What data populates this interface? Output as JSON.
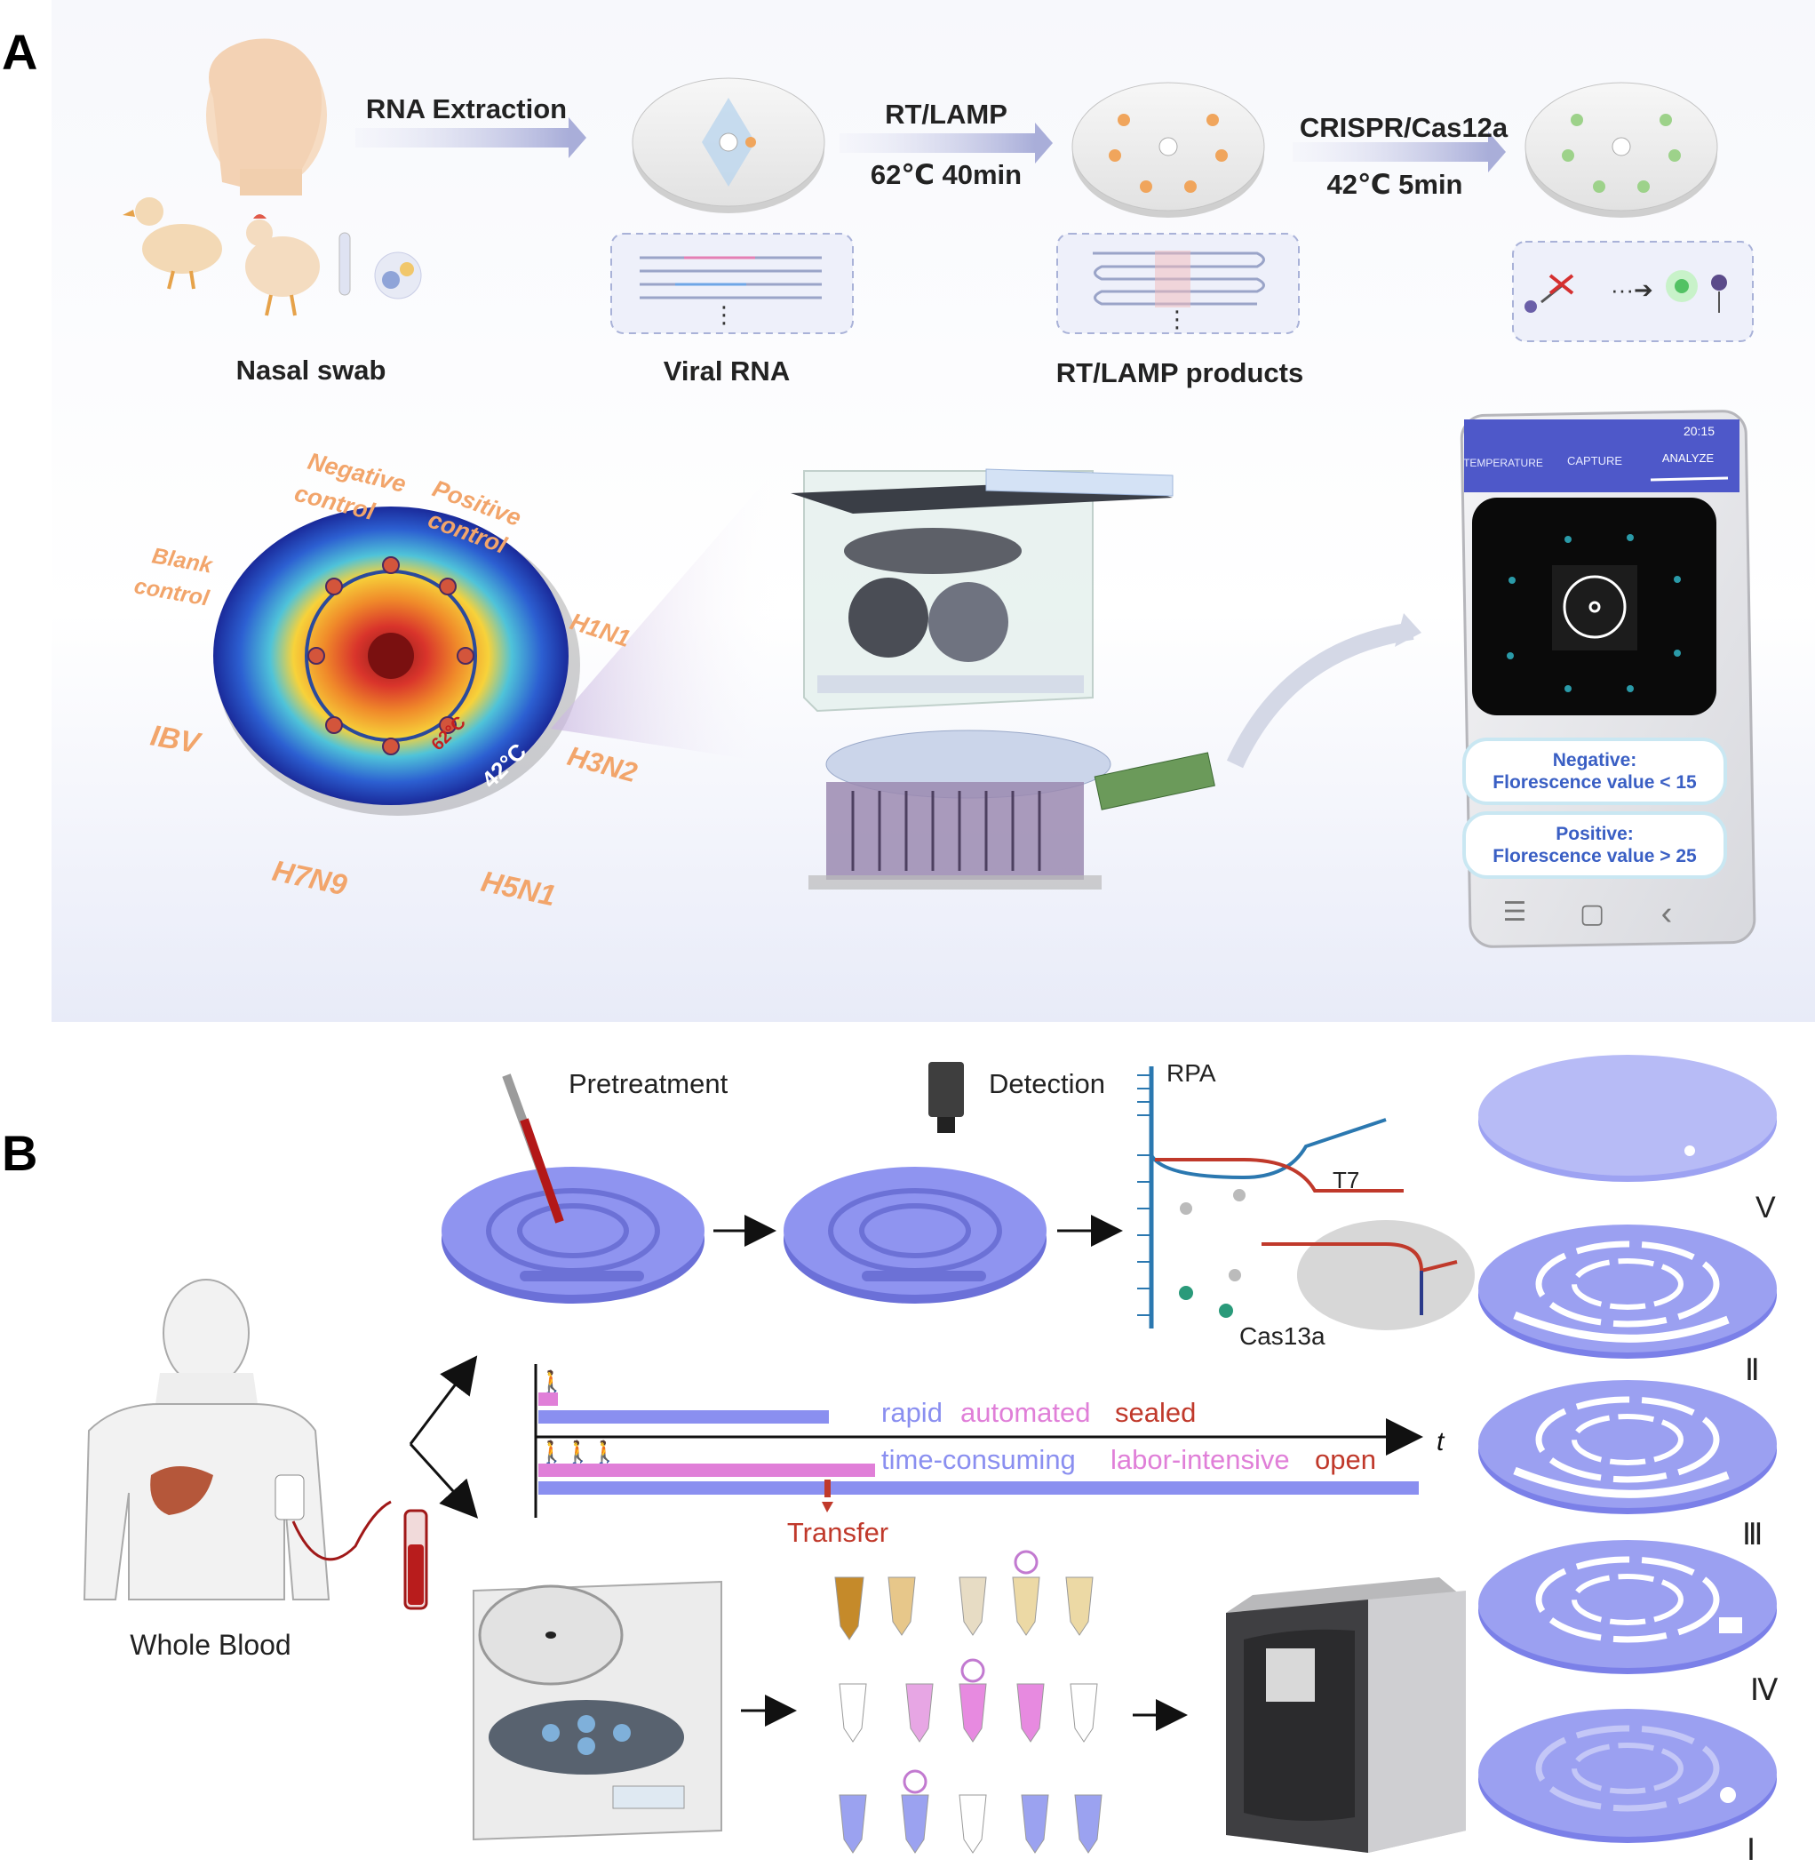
{
  "panel_a": {
    "letter": "A",
    "steps": [
      {
        "top": "RNA Extraction",
        "bottom": ""
      },
      {
        "top": "RT/LAMP",
        "bottom": "62℃  40min"
      },
      {
        "top": "CRISPR/Cas12a",
        "bottom": "42℃  5min"
      }
    ],
    "captions": {
      "nasal_swab": "Nasal swab",
      "viral_rna": "Viral RNA",
      "lamp_products": "RT/LAMP products"
    },
    "chip_labels": {
      "negative_1": "Negative",
      "negative_2": "control",
      "positive_1": "Positive",
      "positive_2": "control",
      "blank_1": "Blank",
      "blank_2": "control",
      "h1n1": "H1N1",
      "h3n2": "H3N2",
      "h5n1": "H5N1",
      "h7n9": "H7N9",
      "ibv": "IBV",
      "temp_inner": "62°C",
      "temp_outer": "42°C"
    },
    "phone": {
      "status_time": "20:15",
      "tabs": [
        "TEMPERATURE",
        "CAPTURE",
        "ANALYZE"
      ],
      "negative_line1": "Negative:",
      "negative_line2": "Florescence value < 15",
      "positive_line1": "Positive:",
      "positive_line2": "Florescence value > 25",
      "nav": [
        "☰",
        "▢",
        "‹"
      ]
    }
  },
  "panel_b": {
    "letter": "B",
    "pretreatment": "Pretreatment",
    "detection": "Detection",
    "mechanism": {
      "rpa": "RPA",
      "t7": "T7",
      "cas": "Cas13a"
    },
    "timeline": {
      "t_axis": "t",
      "fast_words": [
        "rapid",
        "automated",
        "sealed"
      ],
      "slow_words": [
        "time-consuming",
        "labor-intensive",
        "open"
      ],
      "transfer": "Transfer"
    },
    "whole_blood": "Whole Blood",
    "layers": [
      "V",
      "Ⅱ",
      "Ⅲ",
      "Ⅳ",
      "Ⅰ"
    ],
    "colors": {
      "blue": "#8a8ff0",
      "pink": "#e07fd8",
      "red": "#c0392b"
    }
  }
}
